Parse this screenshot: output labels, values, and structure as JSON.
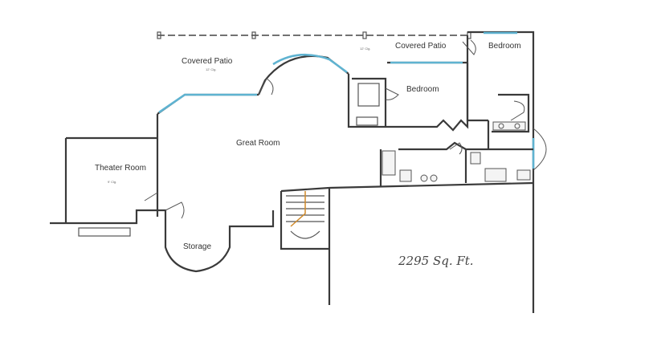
{
  "plan": {
    "square_footage": "2295 Sq. Ft.",
    "rooms": {
      "covered_patio_left": "Covered Patio",
      "covered_patio_right": "Covered Patio",
      "bedroom_top_right": "Bedroom",
      "bedroom_center": "Bedroom",
      "great_room": "Great Room",
      "theater_room": "Theater Room",
      "storage": "Storage"
    },
    "notes": {
      "theater_ceiling": "9' Clg.",
      "patio_dim_left": "12' Clg.",
      "patio_dim_right": "12' Clg."
    }
  },
  "colors": {
    "wall": "#3a3a3a",
    "window": "#5fb3d1",
    "stairs": "#d08a2a"
  }
}
